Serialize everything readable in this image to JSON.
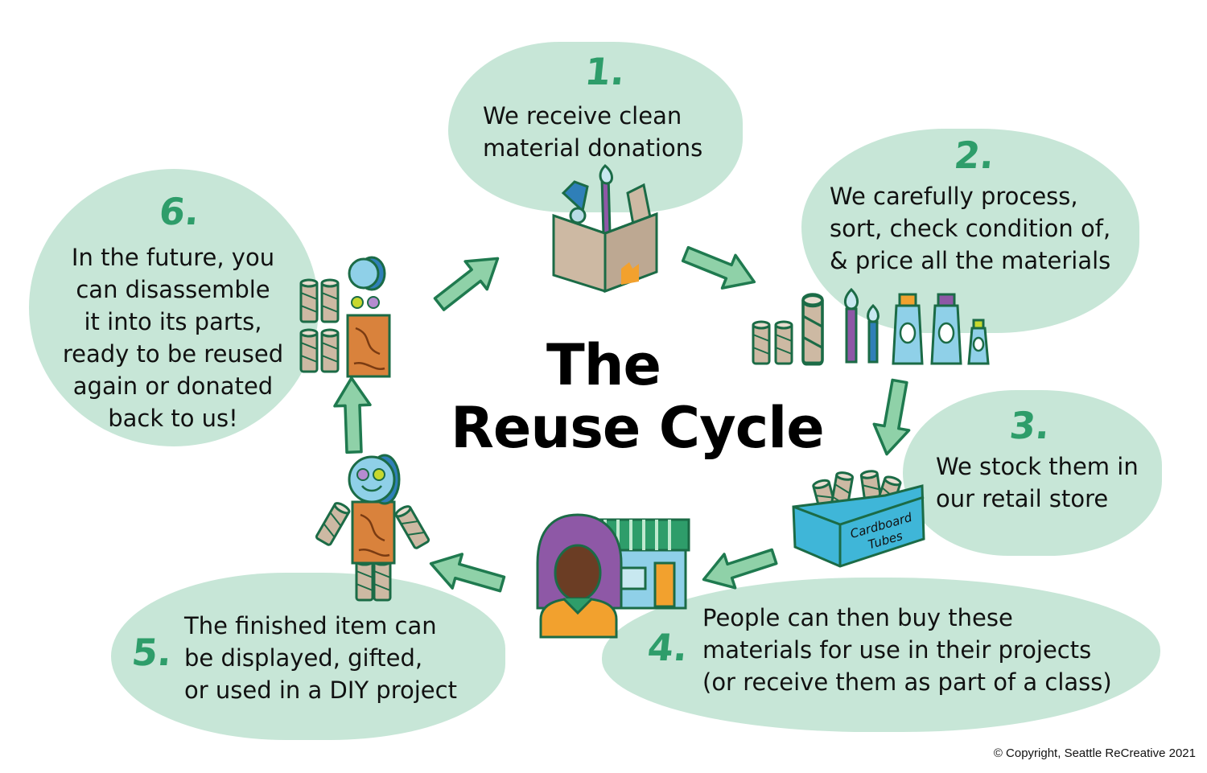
{
  "title": {
    "line1": "The",
    "line2": "Reuse Cycle"
  },
  "steps": [
    {
      "number": "1.",
      "lines": [
        "We receive clean",
        "material donations"
      ]
    },
    {
      "number": "2.",
      "lines": [
        "We carefully process,",
        "sort, check condition of,",
        "& price all the materials"
      ]
    },
    {
      "number": "3.",
      "lines": [
        "We stock them in",
        "our retail store"
      ]
    },
    {
      "number": "4.",
      "lines": [
        "People can then buy these",
        "materials for use in their projects",
        "(or receive them as part of a class)"
      ]
    },
    {
      "number": "5.",
      "lines": [
        "The finished item can",
        "be displayed, gifted,",
        "or used in a DIY project"
      ]
    },
    {
      "number": "6.",
      "lines": [
        "In the future, you",
        "can disassemble",
        "it into its parts,",
        "ready to be reused",
        "again or donated",
        "back to us!"
      ]
    }
  ],
  "bin_label": {
    "line1": "Cardboard",
    "line2": "Tubes"
  },
  "copyright": "© Copyright, Seattle ReCreative 2021",
  "colors": {
    "blob": "#c7e6d7",
    "number": "#2e9d6a",
    "arrow_fill": "#8fd1a8",
    "arrow_stroke": "#1f7a4f",
    "cardboard": "#cdb9a3",
    "outline": "#1b6b46"
  },
  "icons": [
    "donation-box-icon",
    "sorted-materials-icon",
    "cardboard-tubes-bin-icon",
    "shopper-storefront-icon",
    "tube-robot-icon",
    "disassembled-parts-icon",
    "cycle-arrow-icon"
  ]
}
